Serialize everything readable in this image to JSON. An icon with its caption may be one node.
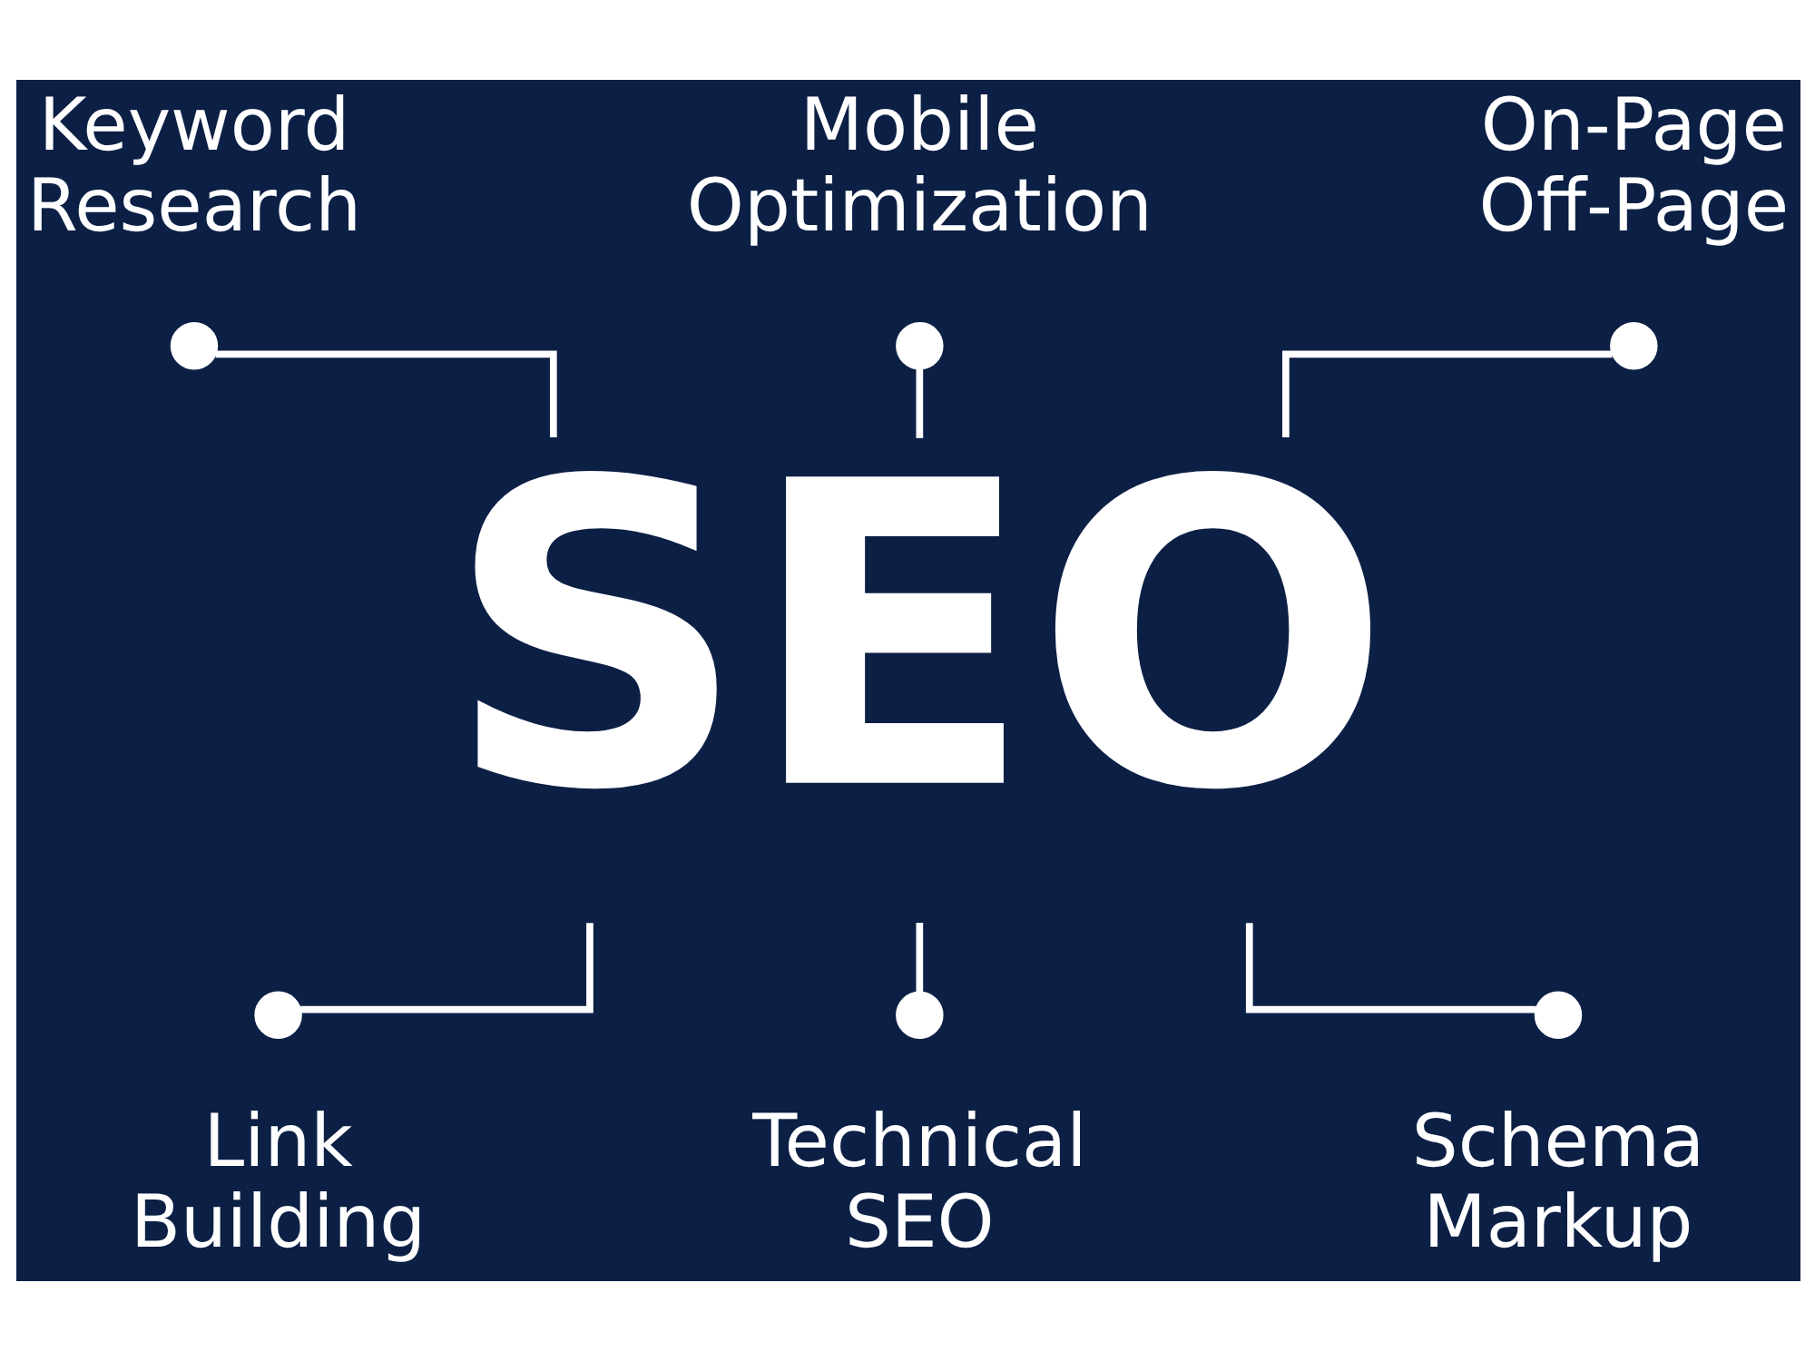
{
  "diagram": {
    "nodes": [
      {
        "text": [],
        "shape": "circle",
        "beside": [
          "Keyword Research"
        ]
      },
      {
        "text": [],
        "shape": "circle",
        "beside": [
          "Mobile Optimization"
        ]
      },
      {
        "text": [],
        "shape": "circle",
        "beside": [
          "On-Page Off-Page"
        ]
      },
      {
        "text": [
          "SEO"
        ]
      },
      {
        "text": [],
        "shape": "circle",
        "beside": [
          "Link Building"
        ]
      },
      {
        "text": [],
        "shape": "circle",
        "beside": [
          "Technical SEO"
        ]
      },
      {
        "text": [],
        "shape": "circle",
        "beside": [
          "Schema Markup"
        ]
      }
    ],
    "edges": [
      {
        "from": 0,
        "to": 3,
        "arrow": "none"
      },
      {
        "from": 1,
        "to": 3,
        "arrow": "none"
      },
      {
        "from": 2,
        "to": 3,
        "arrow": "none"
      },
      {
        "from": 3,
        "to": 4,
        "arrow": "none"
      },
      {
        "from": 3,
        "to": 5,
        "arrow": "none"
      },
      {
        "from": 3,
        "to": 6,
        "arrow": "none"
      }
    ]
  }
}
